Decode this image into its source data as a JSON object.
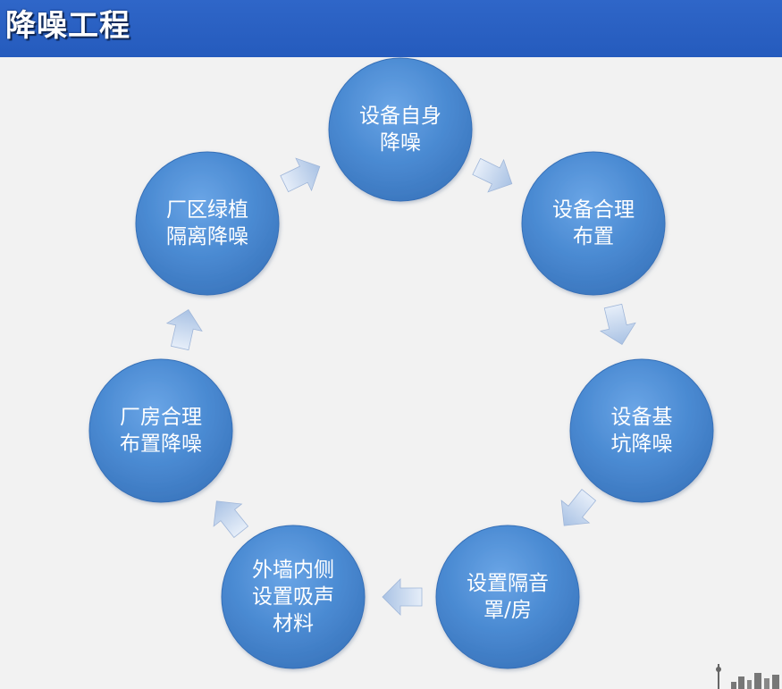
{
  "header": {
    "title": "降噪工程"
  },
  "diagram": {
    "nodes": [
      {
        "label": "设备自身\n降噪"
      },
      {
        "label": "设备合理\n布置"
      },
      {
        "label": "设备基\n坑降噪"
      },
      {
        "label": "设置隔音\n罩/房"
      },
      {
        "label": "外墙内侧\n设置吸声\n材料"
      },
      {
        "label": "厂房合理\n布置降噪"
      },
      {
        "label": "厂区绿植\n隔离降噪"
      }
    ],
    "colors": {
      "node_fill": "#4a8ad2",
      "node_edge": "#3670b8",
      "arrow_fill": "#c9d8ee",
      "header": "#2d63c6"
    }
  }
}
